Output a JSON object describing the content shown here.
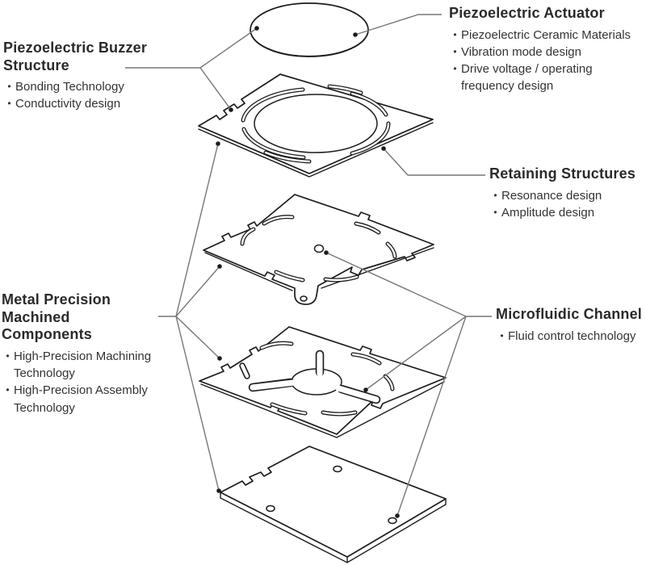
{
  "bullet_char": "•",
  "colors": {
    "background": "#ffffff",
    "heading_text": "#2a2a2a",
    "body_text": "#333333",
    "leader_line": "#777777",
    "part_outline": "#1c1c1c"
  },
  "labels": {
    "actuator": {
      "title": "Piezoelectric Actuator",
      "bullets": [
        "Piezoelectric Ceramic Materials",
        "Vibration mode design",
        "Drive voltage / operating frequency design"
      ]
    },
    "buzzer": {
      "title": "Piezoelectric Buzzer Structure",
      "bullets": [
        "Bonding Technology",
        "Conductivity design"
      ]
    },
    "retaining": {
      "title": "Retaining Structures",
      "bullets": [
        "Resonance design",
        "Amplitude design"
      ]
    },
    "metal": {
      "title": "Metal Precision Machined Components",
      "bullets": [
        "High-Precision Machining Technology",
        "High-Precision Assembly Technology"
      ]
    },
    "microfluidic": {
      "title": "Microfluidic Channel",
      "bullets": [
        "Fluid control technology"
      ]
    }
  },
  "parts": [
    {
      "name": "piezoelectric-actuator-disc"
    },
    {
      "name": "buzzer-retaining-plate"
    },
    {
      "name": "chamber-plate"
    },
    {
      "name": "valve-channel-plate"
    },
    {
      "name": "base-plate"
    }
  ]
}
